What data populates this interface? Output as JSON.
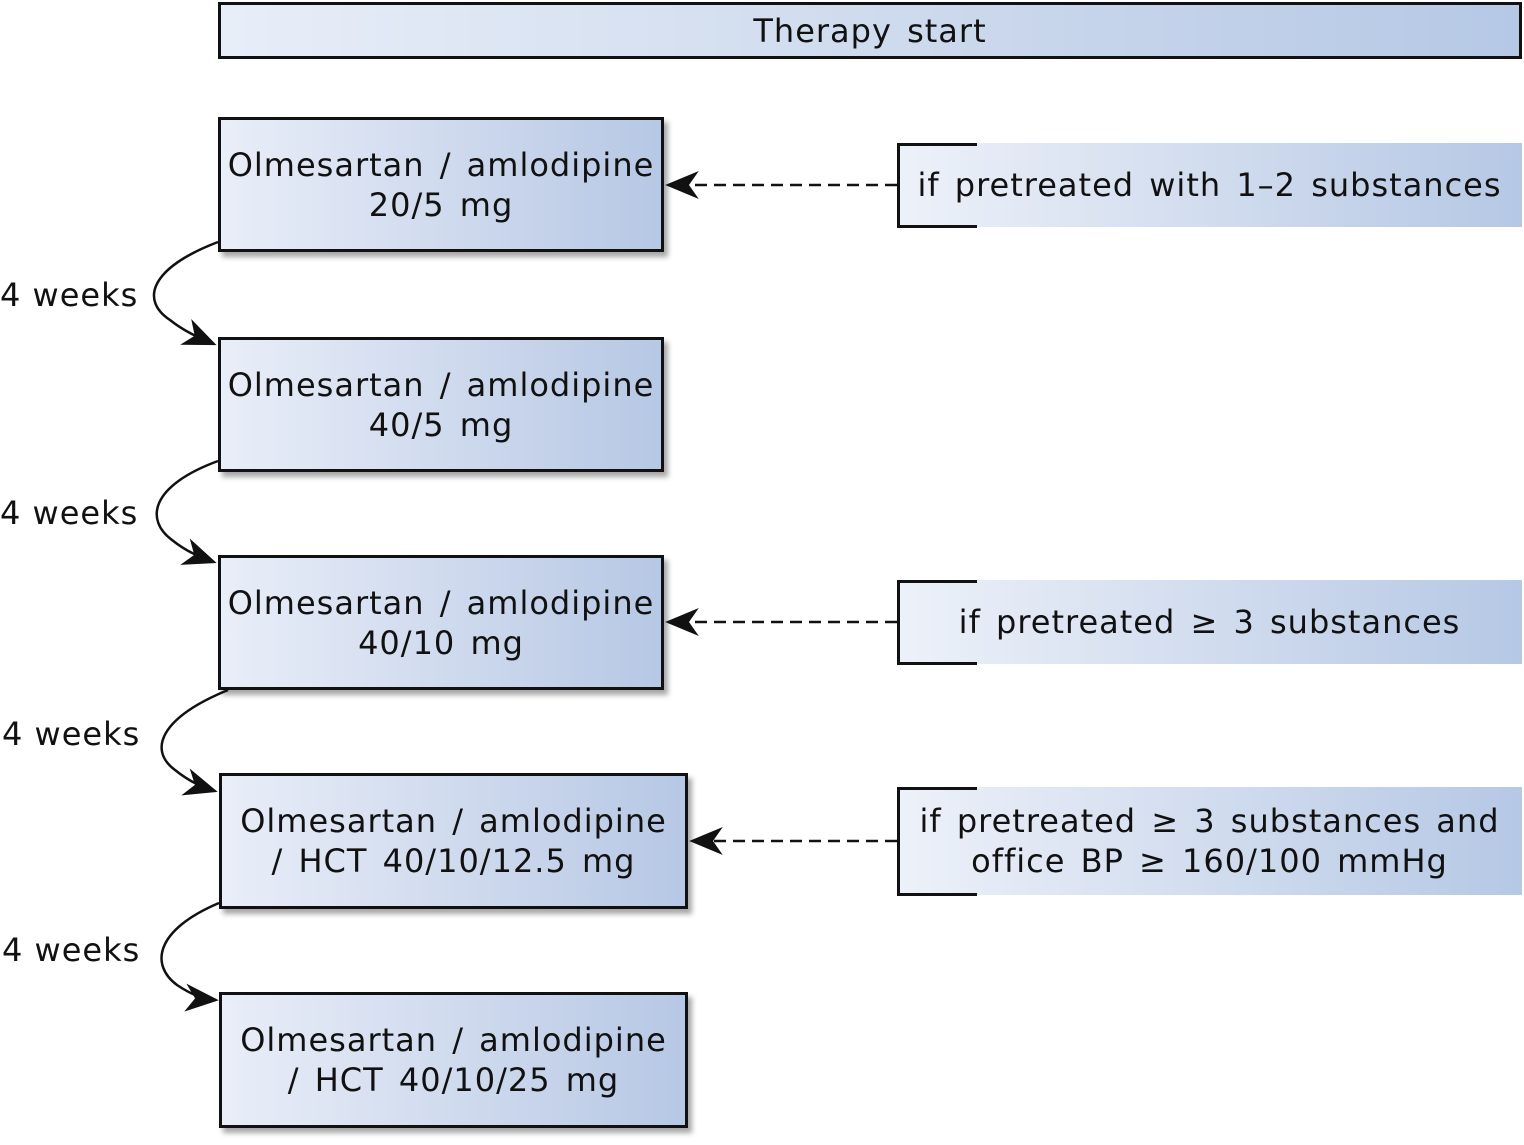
{
  "header": {
    "label": "Therapy start"
  },
  "steps": [
    {
      "line1": "Olmesartan / amlodipine",
      "line2": "20/5 mg"
    },
    {
      "line1": "Olmesartan / amlodipine",
      "line2": "40/5 mg"
    },
    {
      "line1": "Olmesartan / amlodipine",
      "line2": "40/10 mg"
    },
    {
      "line1": "Olmesartan / amlodipine",
      "line2": "/ HCT 40/10/12.5 mg"
    },
    {
      "line1": "Olmesartan / amlodipine",
      "line2": "/ HCT 40/10/25 mg"
    }
  ],
  "intervals": [
    "4 weeks",
    "4 weeks",
    "4 weeks",
    "4 weeks"
  ],
  "conditions": [
    {
      "line1": "if pretreated with 1–2 substances",
      "line2": ""
    },
    {
      "line1": "if pretreated ≥ 3 substances",
      "line2": ""
    },
    {
      "line1": "if pretreated ≥ 3 substances and",
      "line2": "office BP ≥ 160/100 mmHg"
    }
  ],
  "colors": {
    "box_light": "#e9eef8",
    "box_dark": "#b6c8e5",
    "stroke": "#111111"
  }
}
